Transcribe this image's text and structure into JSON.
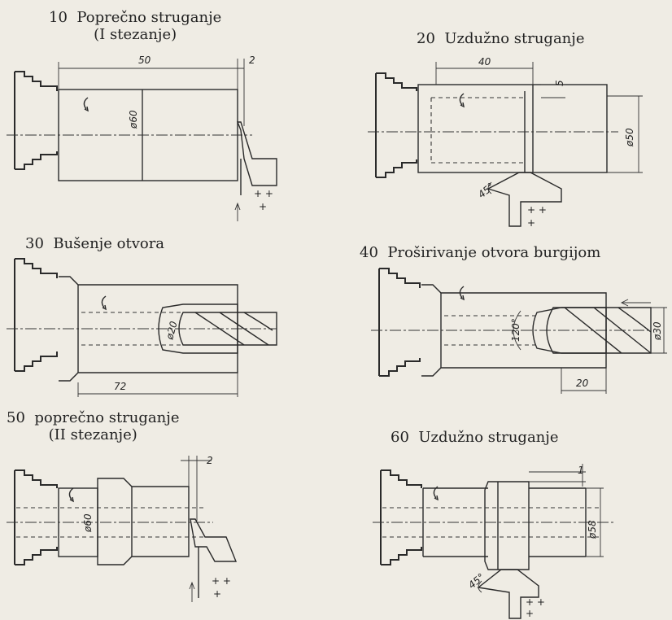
{
  "operations": [
    {
      "num": "10",
      "title": "Poprečno struganje",
      "sub": "(I stezanje)",
      "dims": {
        "length": "50",
        "depth": "2",
        "dia": "ø60"
      }
    },
    {
      "num": "20",
      "title": "Uzdužno struganje",
      "dims": {
        "length": "40",
        "depth": "5",
        "dia": "ø50",
        "angle": "45°"
      }
    },
    {
      "num": "30",
      "title": "Bušenje otvora",
      "dims": {
        "length": "72",
        "dia": "ø20"
      }
    },
    {
      "num": "40",
      "title": "Proširivanje otvora burgijom",
      "dims": {
        "length": "20",
        "dia": "ø30",
        "angle": "120°"
      }
    },
    {
      "num": "50",
      "title": "poprečno struganje",
      "sub": "(II stezanje)",
      "dims": {
        "depth": "2",
        "dia": "ø60"
      }
    },
    {
      "num": "60",
      "title": "Uzdužno struganje",
      "dims": {
        "depth": "1",
        "dia": "ø58",
        "angle": "45°"
      }
    }
  ]
}
